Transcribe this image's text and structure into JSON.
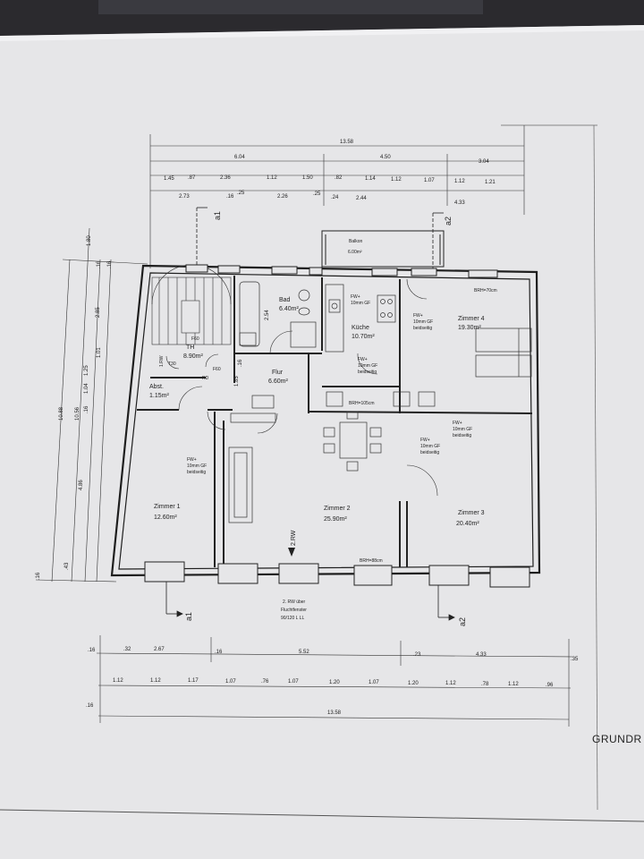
{
  "title_fragment": "GRUNDR",
  "rooms": [
    {
      "name": "Bad",
      "area": "6.40m²"
    },
    {
      "name": "Küche",
      "area": "10.70m²"
    },
    {
      "name": "Zimmer 4",
      "area": "19.30m²"
    },
    {
      "name": "TH",
      "area": "8.90m²"
    },
    {
      "name": "Flur",
      "area": "6.60m²"
    },
    {
      "name": "Abst.",
      "area": "1.15m²"
    },
    {
      "name": "Zimmer 1",
      "area": "12.60m²"
    },
    {
      "name": "Zimmer 2",
      "area": "25.90m²"
    },
    {
      "name": "Zimmer 3",
      "area": "20.40m²"
    },
    {
      "name": "Balkon",
      "area": "6.00m²"
    }
  ],
  "annotations": {
    "fw1": "FW+",
    "fw2": "10mm GF",
    "fw3": "beidseitig",
    "brh70": "BRH=70cm",
    "brh105": "BRH=105cm",
    "brh88": "BRH=88cm",
    "rw2": "2.RW",
    "rw1": "1.RW",
    "t30": "T30",
    "f60a": "F60",
    "f60b": "F60",
    "rd": "RD",
    "note1": "2. RW über",
    "note2": "Fluchtfenster",
    "note3": "90/120 L LL"
  },
  "sections": {
    "a1": "a1",
    "a2": "a2"
  },
  "dims_top": {
    "total": "13.58",
    "row2": [
      "6.04",
      "4.50",
      "3.04"
    ],
    "row3": [
      "1.45",
      ".87",
      "2.36",
      "1.12",
      "1.50",
      ".82",
      "1.14",
      "1.12",
      "1.07",
      "1.12",
      "1.21"
    ],
    "row4": [
      "2.73",
      ".16",
      ".25",
      "2.26",
      ".25",
      ".24",
      "2.44",
      "4.33"
    ]
  },
  "dims_bottom": {
    "row1": [
      ".16",
      ".32",
      "2.67",
      ".16",
      "5.52",
      ".23",
      "4.33",
      ".35"
    ],
    "row2": [
      "1.12",
      "1.12",
      "1.17",
      "1.07",
      ".76",
      "1.07",
      "1.20",
      "1.07",
      "1.20",
      "1.12",
      ".78",
      "1.12",
      ".96"
    ],
    "total": "13.58",
    "left": ".16"
  },
  "dims_left": {
    "outer": "10.88",
    "inner": "10.56",
    "parts": [
      "1.80",
      "2.85",
      "1.01",
      "1.25",
      "1.04",
      "4.86",
      ".43",
      ".16",
      ".16",
      ".16",
      ".16"
    ]
  },
  "dims_misc": [
    "2.54",
    "1.85",
    ".16"
  ]
}
